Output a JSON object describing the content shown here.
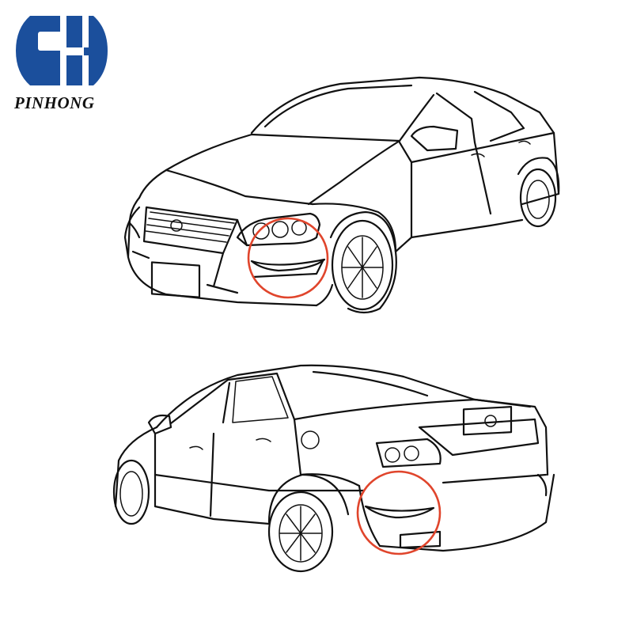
{
  "brand": {
    "name": "PINHONG",
    "logo_colors": {
      "primary": "#1b4f9c",
      "accent": "#2a5db0"
    }
  },
  "colors": {
    "highlight": "#e0452c",
    "line": "#111111"
  },
  "figures": [
    {
      "view": "front-three-quarter",
      "highlight": "front-bumper-reflector"
    },
    {
      "view": "rear-three-quarter",
      "highlight": "rear-bumper-reflector"
    }
  ]
}
